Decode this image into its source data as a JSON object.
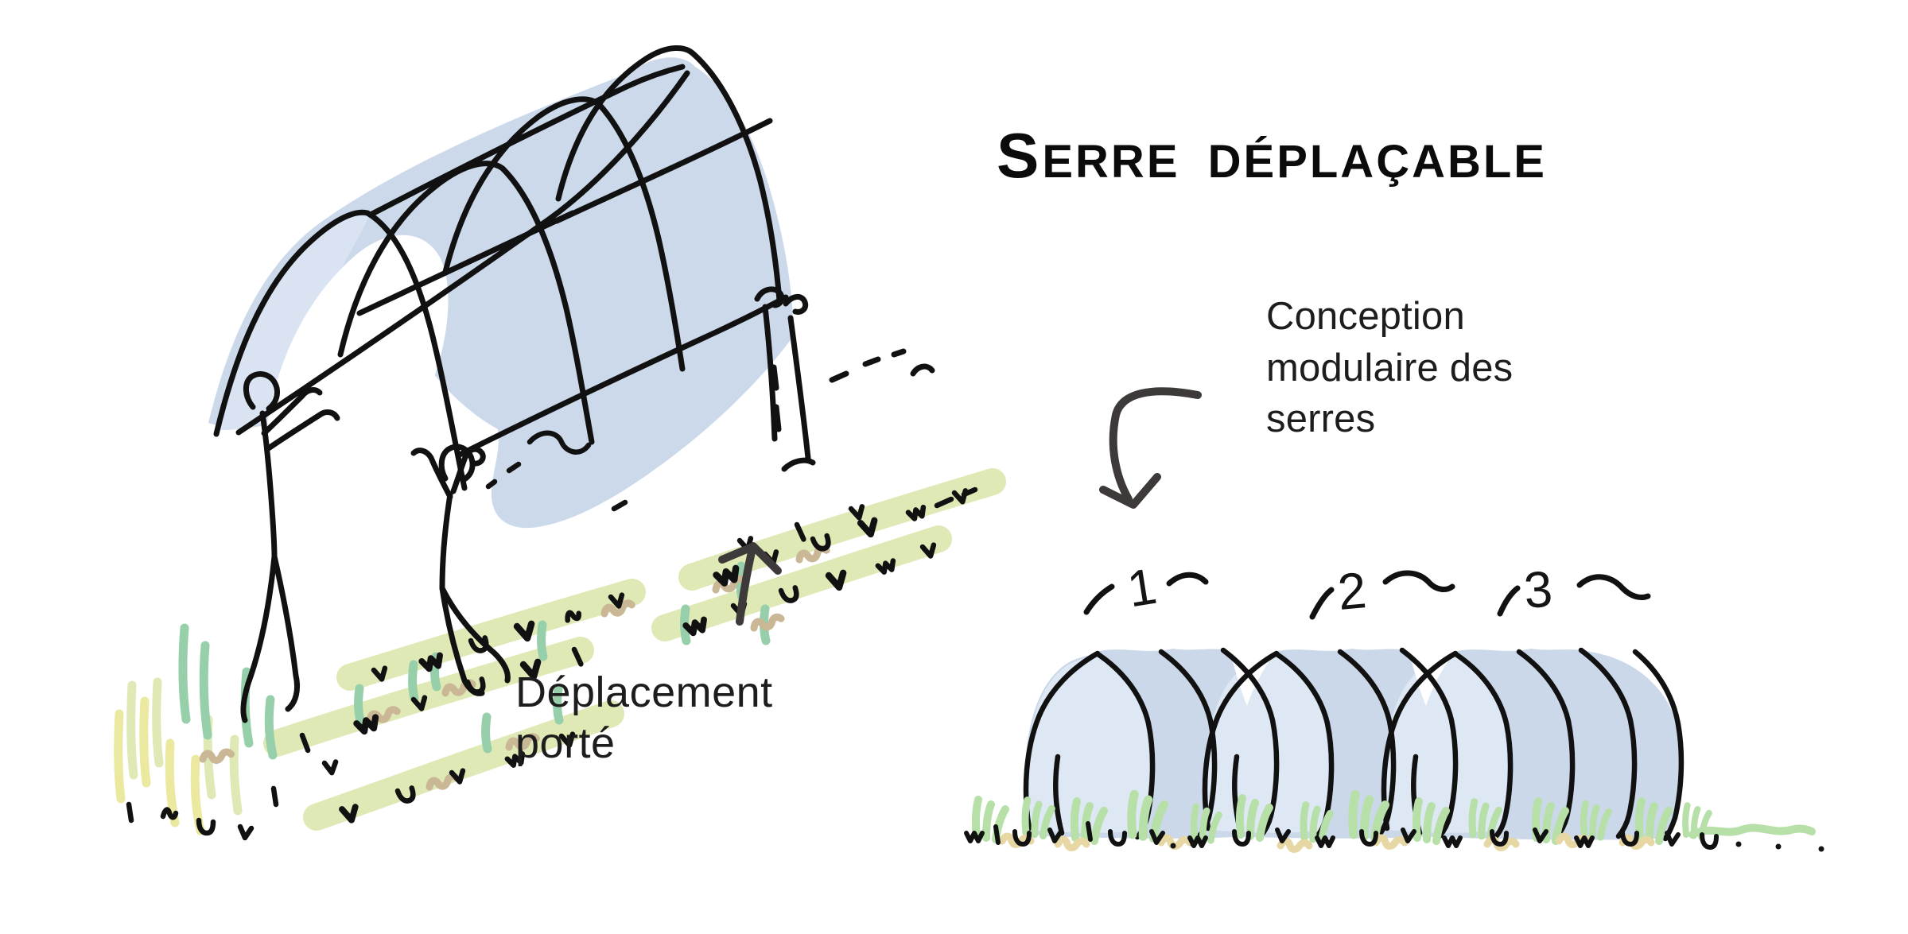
{
  "title": {
    "initial": "S",
    "rest": "ERRE DÉPLAÇABLE"
  },
  "left_sketch": {
    "caption": "Déplacement\nporté",
    "subject": "tunnel-greenhouse-carried-by-two-people-over-crop-rows"
  },
  "right_sketch": {
    "annotation": "Conception\nmodulaire des\nserres",
    "modules": [
      {
        "label": "1"
      },
      {
        "label": "2"
      },
      {
        "label": "3"
      }
    ]
  },
  "colors": {
    "ink": "#111111",
    "canopy_blue": "#ccd9ea",
    "canopy_light": "#d9e3f1",
    "bell_blue": "#cbd8ea",
    "bell_light": "#dee8f4",
    "row_green": "#dfe9b5",
    "grass_green": "#b7e0a8",
    "teal_green": "#98cfab",
    "pale_yellow": "#ebe8a0",
    "tan_brown": "#c9b795",
    "grass_tan": "#e7d7a4",
    "arrow_gray": "#3e3a3a",
    "white": "#ffffff"
  }
}
